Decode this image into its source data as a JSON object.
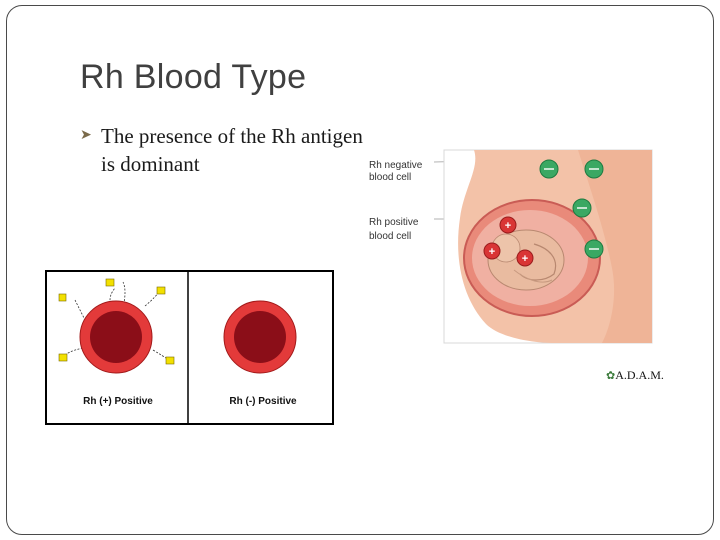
{
  "slide": {
    "title": "Rh Blood Type",
    "bullet": {
      "icon": "bullet-arrow-icon",
      "text": "The presence of the Rh antigen is dominant"
    }
  },
  "rh_diagram": {
    "left_label": "Rh (+) Positive",
    "right_label": "Rh (-) Positive"
  },
  "fetal_illustration": {
    "negative_label": [
      "Rh negative",
      "blood cell"
    ],
    "positive_label": [
      "Rh positive",
      "blood cell"
    ],
    "negative_symbol": "—",
    "positive_symbol": "+"
  },
  "logo": {
    "text": "A.D.A.M."
  },
  "colors": {
    "cell_outer": "#e33a3a",
    "cell_inner": "#8b0e18",
    "antigen": "#f2e000",
    "negative_cell": "#3aa863",
    "positive_cell": "#d93535"
  }
}
